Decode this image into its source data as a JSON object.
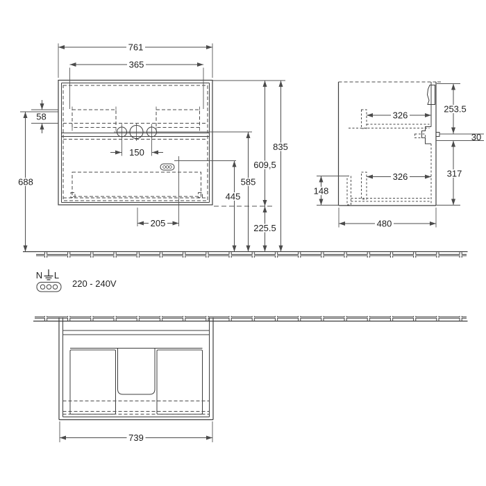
{
  "front_view": {
    "overall_width": "761",
    "cutout_width": "365",
    "cutout_height": "58",
    "left_height": "688",
    "tap_hole_spacing": "150",
    "socket_offset_x": "205",
    "socket_height": "445",
    "tap_hole_height": "585",
    "body_height": "609,5",
    "floor_clearance": "225.5",
    "total_height": "835"
  },
  "side_view": {
    "rail_top": "326",
    "rail_bottom": "326",
    "upper_section": "253.5",
    "bracket_depth": "30",
    "lower_section": "317",
    "foot_section": "148",
    "depth": "480"
  },
  "bottom_view": {
    "overall_width": "739"
  },
  "power": {
    "neutral": "N",
    "line": "L",
    "voltage": "220 - 240V"
  },
  "colors": {
    "line": "#3c3c3c",
    "background": "#ffffff"
  }
}
